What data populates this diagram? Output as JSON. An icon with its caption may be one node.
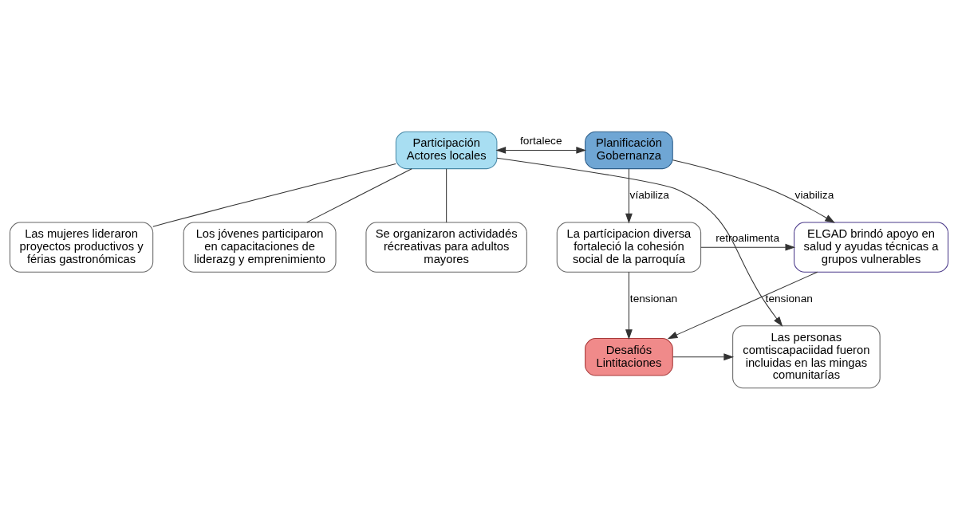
{
  "diagram": {
    "nodes": [
      {
        "text": [
          "Participación",
          "Actores locales"
        ]
      },
      {
        "text": [
          "Planificación",
          "Gobernanza"
        ]
      },
      {
        "text": [
          "Las mujeres lideraron proyectos productivos y férias gastronómicas"
        ]
      },
      {
        "text": [
          "Los jóvenes participaron en capacitaciones de liderazg y emprenimiento"
        ]
      },
      {
        "text": [
          "Se organizaron actividadés récreativas para adultos mayores"
        ]
      },
      {
        "text": [
          "Las personas comtiscapaciidad fueron incluidas en las mingas comunitarías"
        ]
      },
      {
        "text": [
          "ELGAD brindó apoyo en salud y ayudas técnicas a grupos vulnerables"
        ]
      },
      {
        "text": [
          "La partícipacion diversa fortaleció la cohesión social de la parroquía"
        ]
      },
      {
        "text": [
          "Desafiós",
          "Lintitaciones"
        ]
      }
    ],
    "edges": [
      {
        "from": 0,
        "to": 1,
        "arrow": "both",
        "label": "fortalece"
      },
      {
        "from": 0,
        "to": 2,
        "arrow": "none"
      },
      {
        "from": 0,
        "to": 3,
        "arrow": "none"
      },
      {
        "from": 0,
        "to": 4,
        "arrow": "none"
      },
      {
        "from": 0,
        "to": 5,
        "arrow": "to"
      },
      {
        "from": 1,
        "to": 6,
        "arrow": "to",
        "label": "viabiliza"
      },
      {
        "from": 1,
        "to": 7,
        "arrow": "to",
        "label": "víabiliza"
      },
      {
        "from": 7,
        "to": 6,
        "arrow": "to",
        "label": "retroalimenta"
      },
      {
        "from": 6,
        "to": 8,
        "arrow": "to",
        "label": "tensionan"
      },
      {
        "from": 7,
        "to": 8,
        "arrow": "to",
        "label": "tensionan"
      },
      {
        "from": 8,
        "to": 5,
        "arrow": "to"
      }
    ]
  }
}
